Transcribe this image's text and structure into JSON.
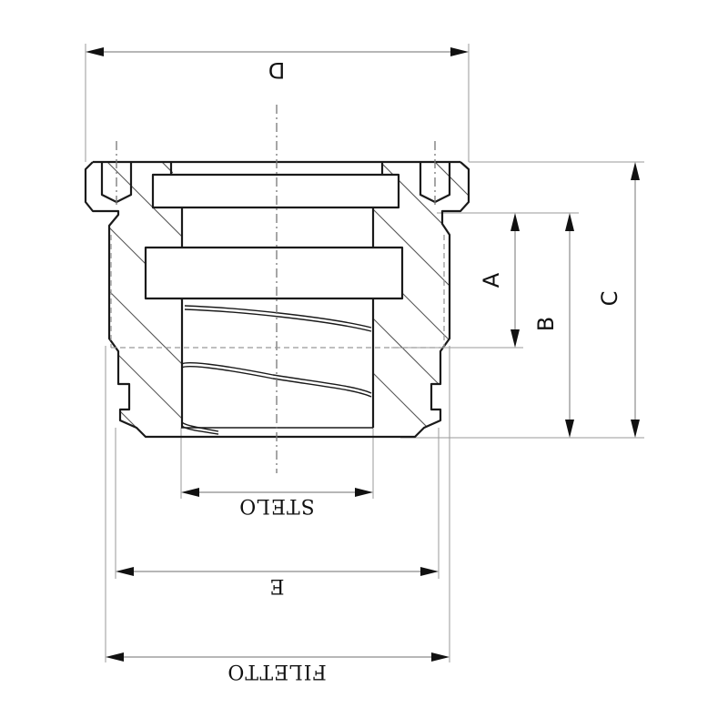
{
  "drawing": {
    "type": "technical cross-section",
    "subject": "threaded bushing / gland nut section view",
    "orientation_note": "labels rendered upside-down (drawing rotated 180°)"
  },
  "dimensions": {
    "D": {
      "label": "D",
      "orientation": "horizontal",
      "position": "top"
    },
    "A": {
      "label": "A",
      "orientation": "vertical",
      "position": "right-inner"
    },
    "B": {
      "label": "B",
      "orientation": "vertical",
      "position": "right-middle"
    },
    "C": {
      "label": "C",
      "orientation": "vertical",
      "position": "right-outer"
    },
    "STELO": {
      "label": "STELO",
      "orientation": "horizontal",
      "position": "below-part"
    },
    "E": {
      "label": "E",
      "orientation": "horizontal",
      "position": "bottom-middle"
    },
    "FILETTO": {
      "label": "FILETTO",
      "orientation": "horizontal",
      "position": "bottom"
    }
  },
  "colors": {
    "line": "#1a1a1a",
    "hatch": "#555555",
    "dimension": "#8c8c8c",
    "background": "#ffffff"
  }
}
